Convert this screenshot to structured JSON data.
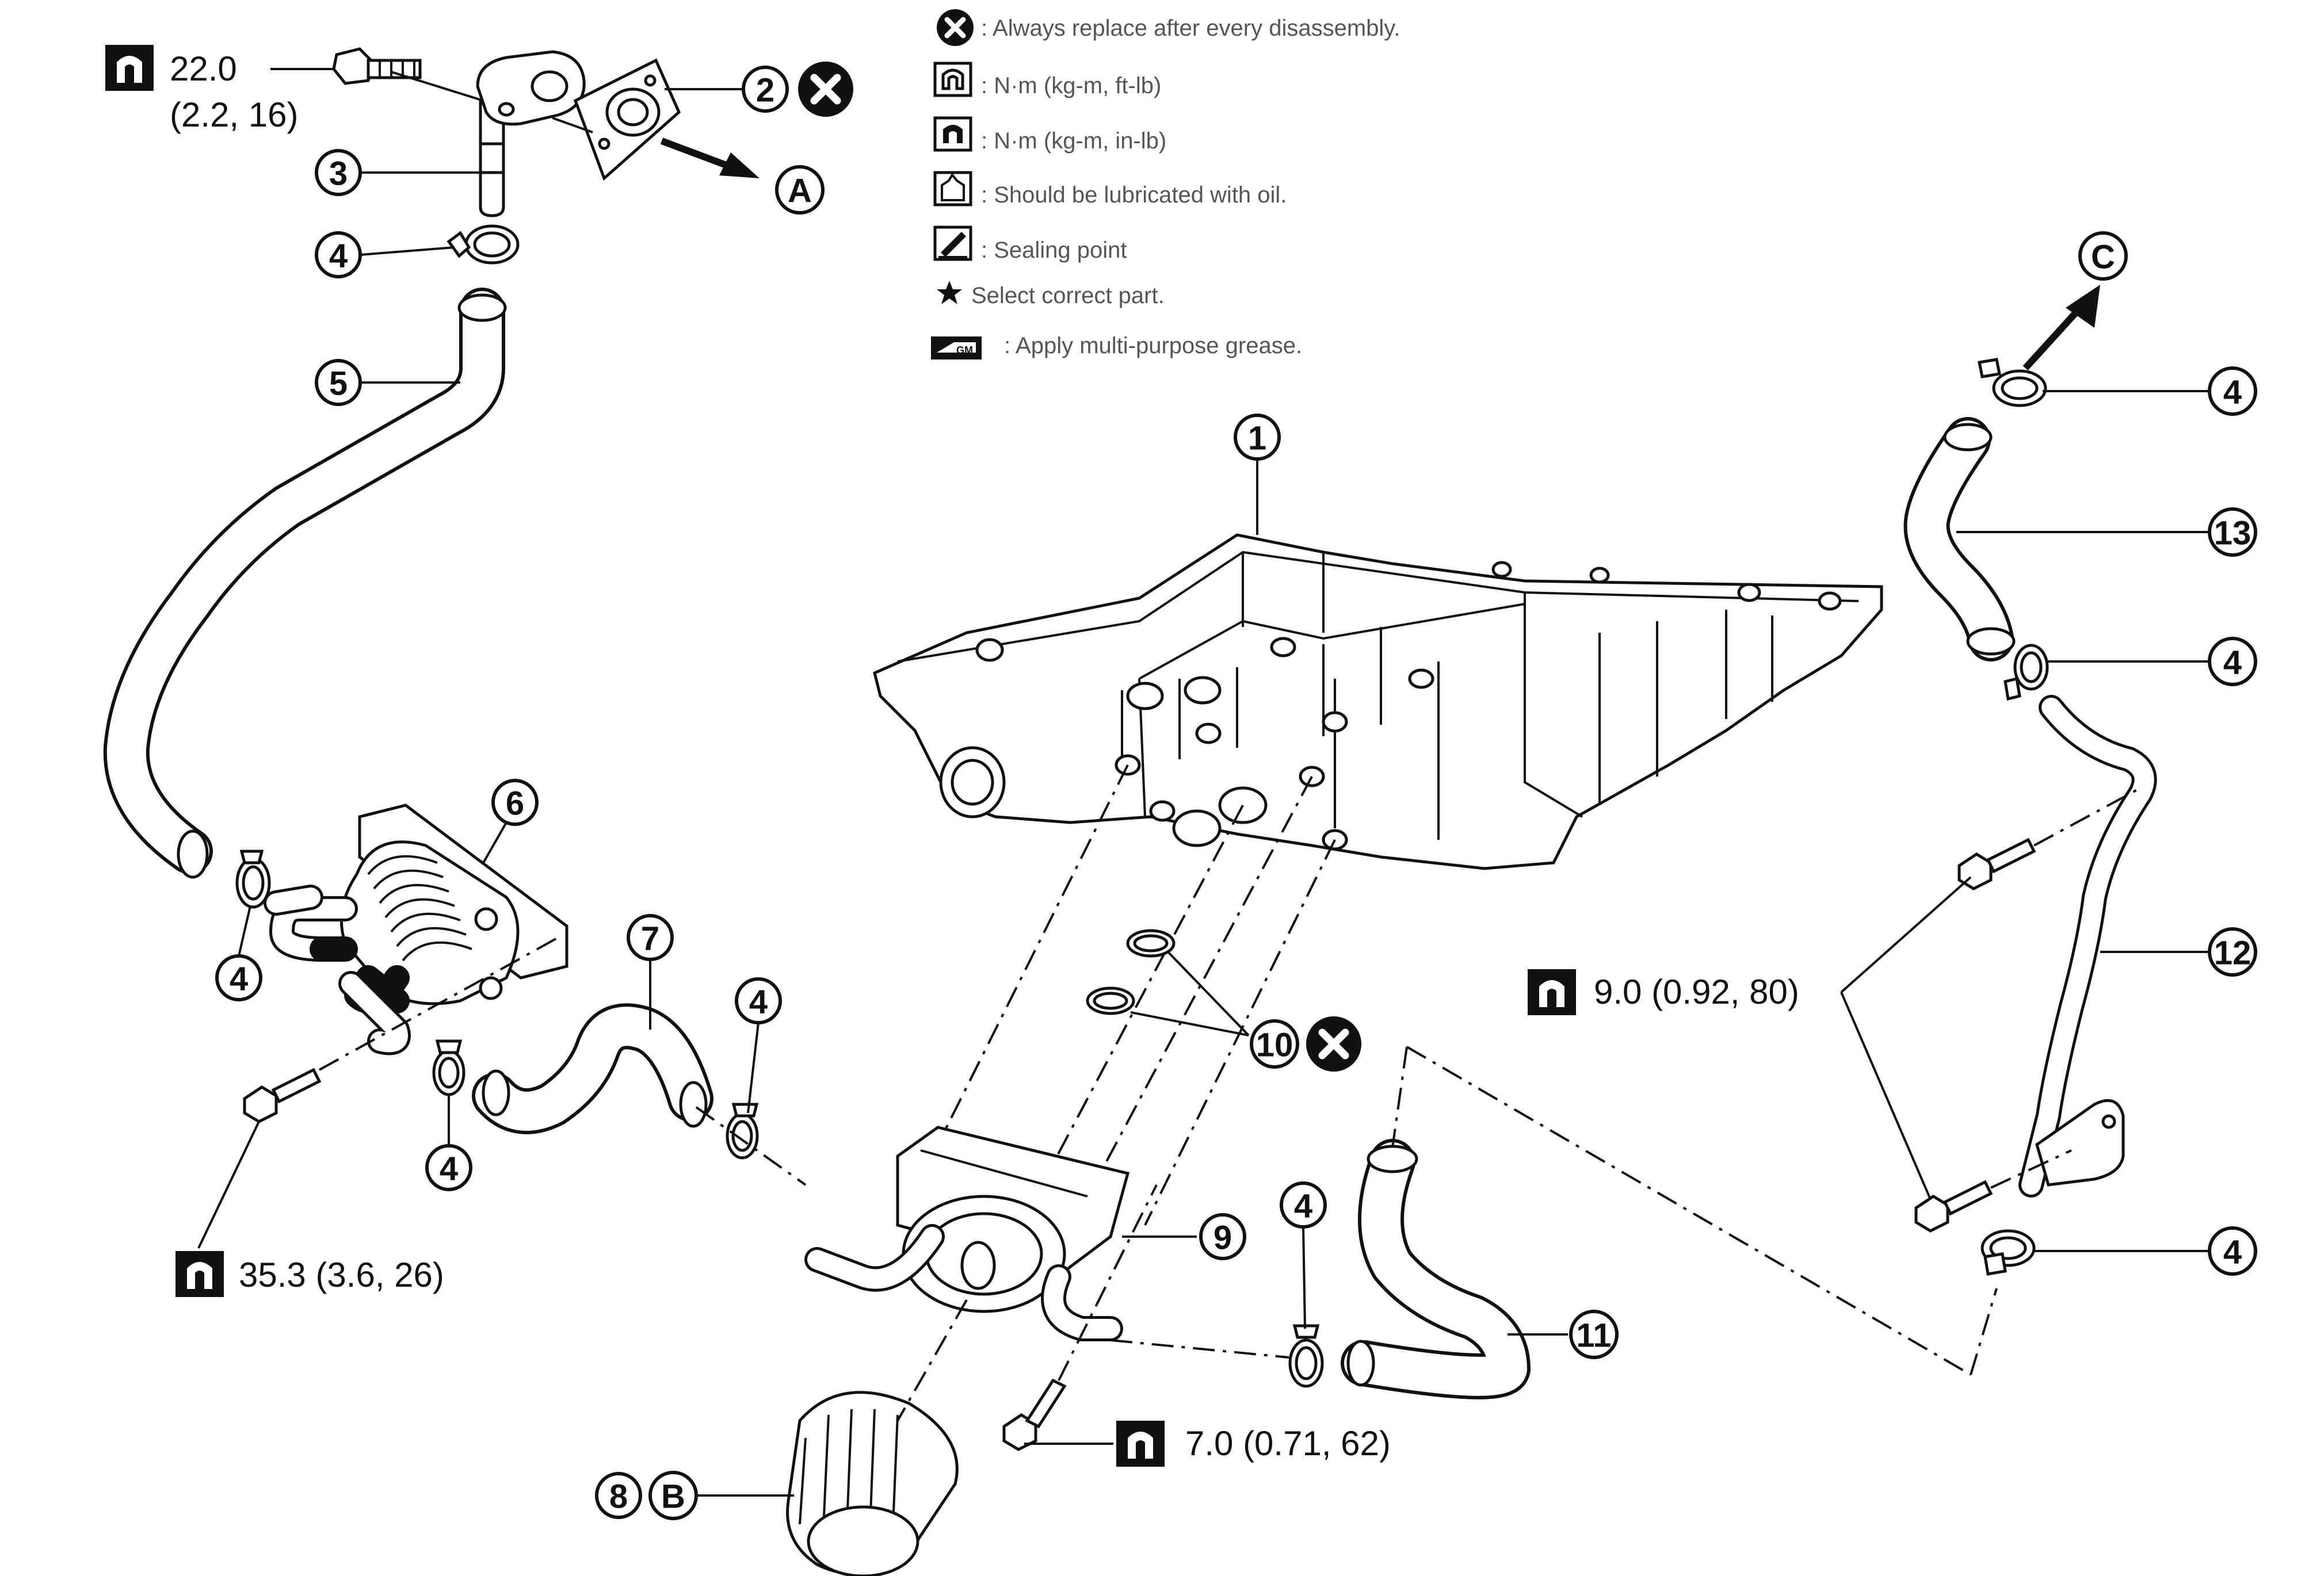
{
  "legend": [
    {
      "icon": "x-circle-icon",
      "text": ": Always replace after every disassembly."
    },
    {
      "icon": "torque-wrench-icon",
      "text": ": N·m (kg-m, ft-lb)"
    },
    {
      "icon": "torque-wrench-inlb-icon",
      "text": ": N·m (kg-m, in-lb)"
    },
    {
      "icon": "oil-can-icon",
      "text": ": Should be lubricated with oil."
    },
    {
      "icon": "sealing-icon",
      "text": ": Sealing point"
    },
    {
      "icon": "star-icon",
      "text": "Select correct part."
    },
    {
      "icon": "grease-icon",
      "text": ": Apply multi-purpose grease."
    }
  ],
  "torque_specs": {
    "t1_value": "22.0",
    "t1_sub": "(2.2, 16)",
    "t2": "35.3 (3.6, 26)",
    "t3": "9.0 (0.92, 80)",
    "t4": "7.0 (0.71, 62)"
  },
  "callouts": {
    "n1": "1",
    "n2": "2",
    "n3": "3",
    "n4": "4",
    "n5": "5",
    "n6": "6",
    "n7": "7",
    "n8": "8",
    "n9": "9",
    "n10": "10",
    "n11": "11",
    "n12": "12",
    "n13": "13"
  },
  "letters": {
    "a": "A",
    "b": "B",
    "c": "C"
  },
  "colors": {
    "line": "#111111",
    "legend_text": "#555555",
    "background": "#ffffff"
  }
}
